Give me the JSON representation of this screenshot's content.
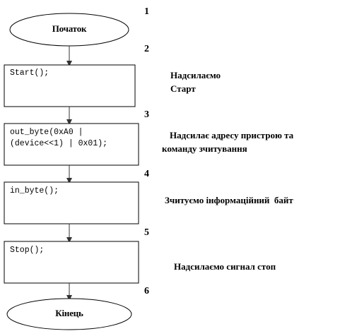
{
  "flowchart": {
    "steps": [
      {
        "number": "1",
        "label": "Початок"
      },
      {
        "number": "2",
        "code": [
          "Start();"
        ],
        "note": [
          "Надсилаємо",
          "Старт"
        ]
      },
      {
        "number": "3",
        "code": [
          "out_byte(0xA0 |",
          "(device<<1) | 0x01);"
        ],
        "note": [
          "Надсилає адресу пристрою та",
          "команду зчитування"
        ]
      },
      {
        "number": "4",
        "code": [
          "in_byte();"
        ],
        "note": [
          "Зчитуємо інформаційний  байт"
        ]
      },
      {
        "number": "5",
        "code": [
          "Stop();"
        ],
        "note": [
          "Надсилаємо сигнал стоп"
        ]
      },
      {
        "number": "6",
        "label": "Кінець"
      }
    ]
  }
}
